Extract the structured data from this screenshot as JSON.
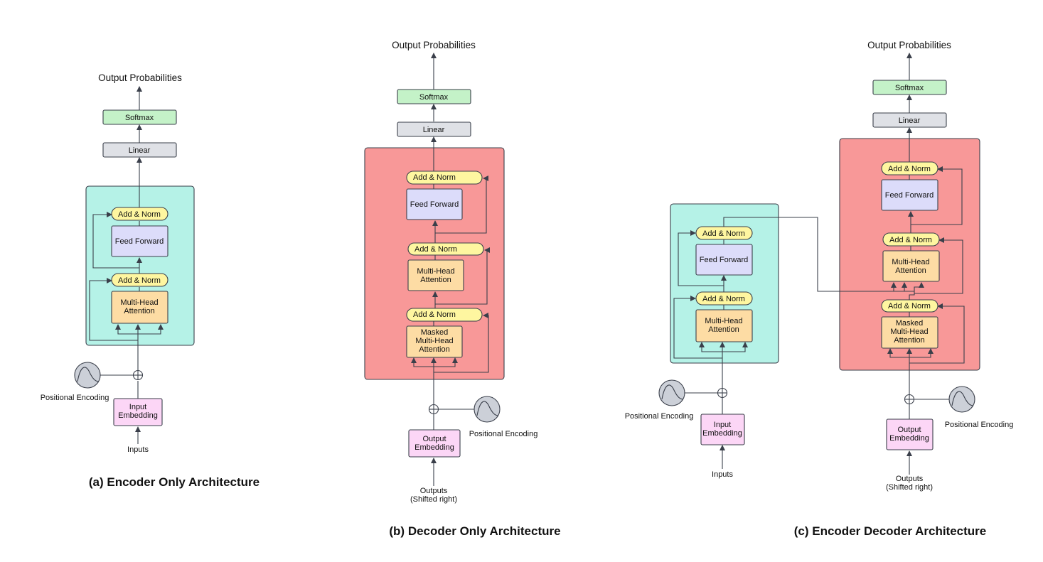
{
  "labels": {
    "output_probabilities": "Output Probabilities",
    "softmax": "Softmax",
    "linear": "Linear",
    "add_norm": "Add & Norm",
    "feed_forward": "Feed Forward",
    "mha_line1": "Multi-Head",
    "mha_line2": "Attention",
    "masked_line1": "Masked",
    "masked_line2": "Multi-Head",
    "masked_line3": "Attention",
    "positional_encoding": "Positional Encoding",
    "input_line1": "Input",
    "input_line2": "Embedding",
    "output_line1": "Output",
    "output_line2": "Embedding",
    "inputs": "Inputs",
    "outputs_line1": "Outputs",
    "outputs_line2": "(Shifted right)"
  },
  "captions": {
    "a": "(a) Encoder Only Architecture",
    "b": "(b) Decoder Only Architecture",
    "c": "(c) Encoder Decoder Architecture"
  },
  "colors": {
    "encoder_bg": "#b5f2e7",
    "decoder_bg": "#f89898",
    "softmax": "#c4f2c8",
    "linear": "#dfe1e6",
    "add_norm": "#fef6a0",
    "feed_forward": "#dcdcfa",
    "attention": "#fddca4",
    "embedding": "#fcd6f6",
    "pos_enc": "#ccd0d8",
    "stroke": "#3a3f4a"
  }
}
